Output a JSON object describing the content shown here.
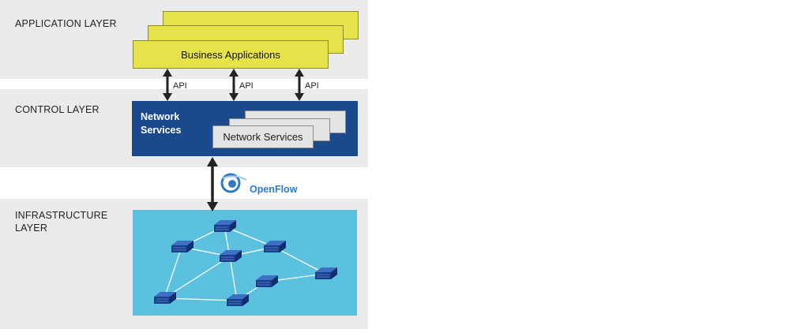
{
  "layers": {
    "application": "APPLICATION LAYER",
    "control": "CONTROL LAYER",
    "infrastructure_line1": "INFRASTRUCTURE",
    "infrastructure_line2": "LAYER"
  },
  "application": {
    "box_label": "Business Applications"
  },
  "api": {
    "label": "API"
  },
  "control": {
    "title_line1": "Network",
    "title_line2": "Services",
    "box_label": "Network Services"
  },
  "openflow": {
    "label": "OpenFlow"
  },
  "colors": {
    "application": "#e6e34a",
    "control": "#1a4a8c",
    "infrastructure": "#5bc1de",
    "switch": "#1a3f8a"
  }
}
